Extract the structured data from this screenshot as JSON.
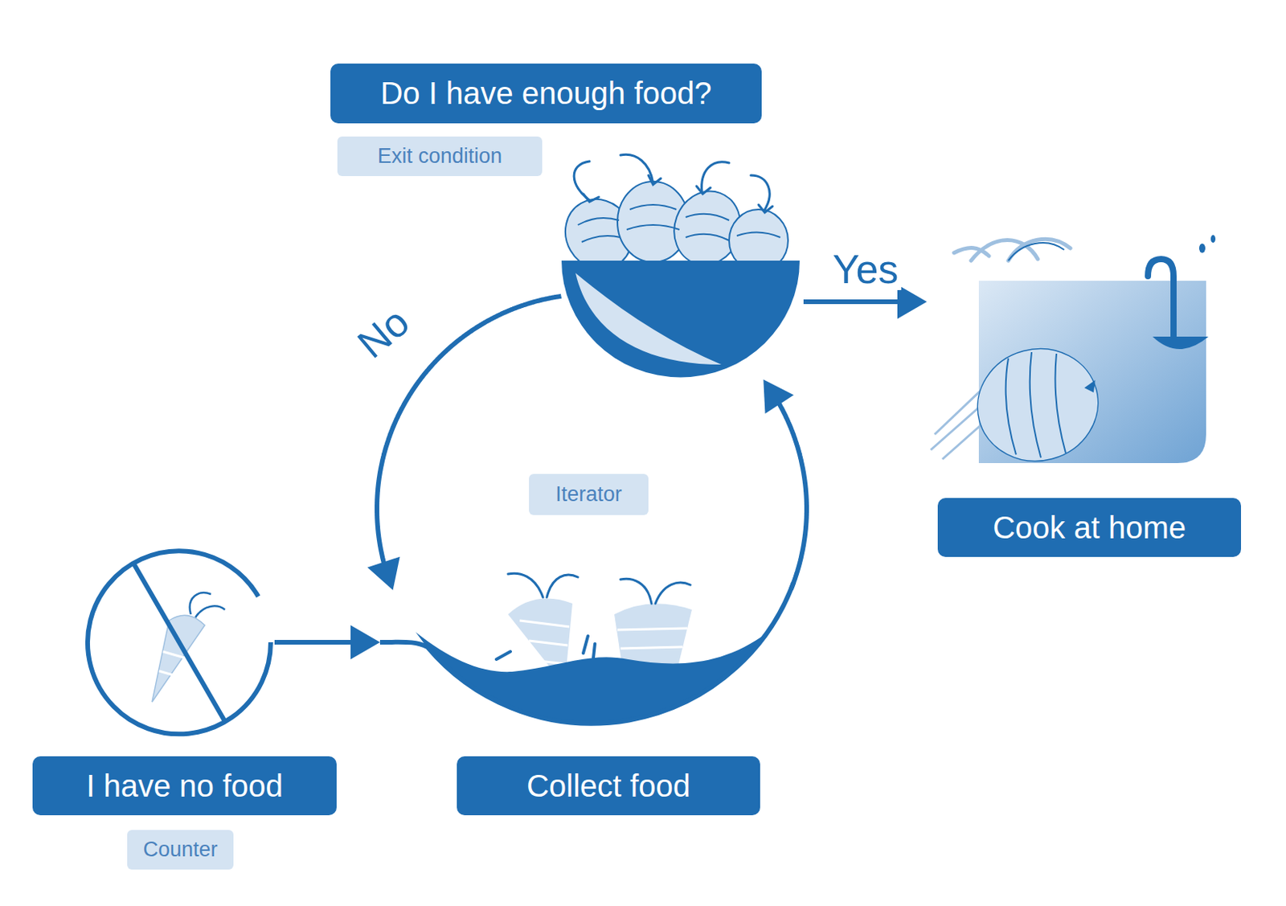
{
  "diagram": {
    "nodes": [
      {
        "text": [
          "Do I have enough food?",
          "Exit condition"
        ]
      },
      {
        "text": [
          "Cook at home"
        ]
      },
      {
        "text": [
          "I have no food",
          "Counter"
        ]
      },
      {
        "text": [
          "Collect food"
        ]
      }
    ],
    "edges": [
      {
        "from": 2,
        "to": 3,
        "arrow": "to"
      },
      {
        "from": 3,
        "to": 0,
        "arrow": "to"
      },
      {
        "from": 0,
        "to": 1,
        "label": "Yes",
        "arrow": "to"
      },
      {
        "from": 0,
        "to": 3,
        "label": "No",
        "arrow": "to"
      }
    ],
    "labels": [
      "Iterator"
    ]
  }
}
